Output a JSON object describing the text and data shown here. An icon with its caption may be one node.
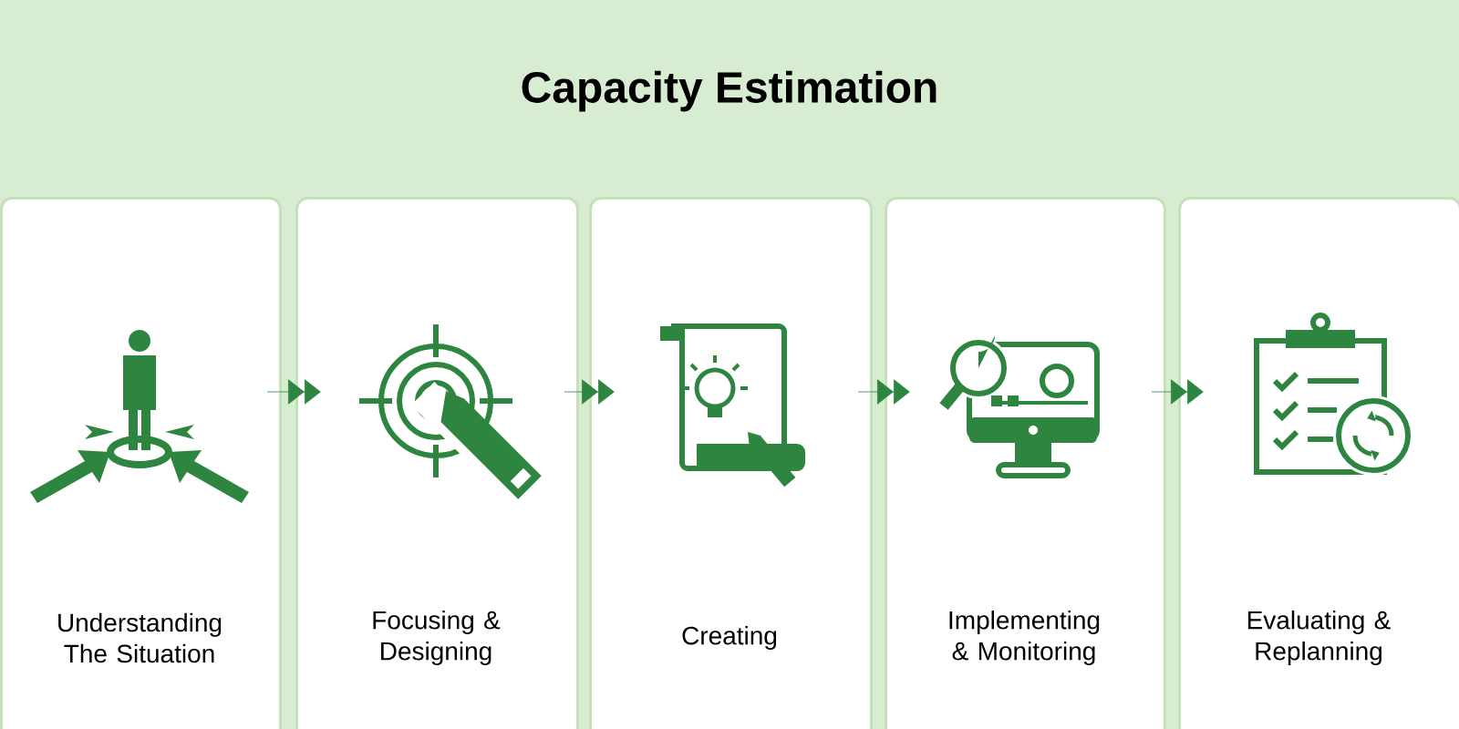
{
  "diagram": {
    "title": "Capacity Estimation",
    "nodes": [
      {
        "text": [
          "Understanding The Situation"
        ]
      },
      {
        "text": [
          "Focusing & Designing"
        ]
      },
      {
        "text": [
          "Creating"
        ]
      },
      {
        "text": [
          "Implementing & Monitoring"
        ]
      },
      {
        "text": [
          "Evaluating & Replanning"
        ]
      }
    ],
    "edges": [
      {
        "from": 0,
        "to": 1,
        "arrow": "to"
      },
      {
        "from": 1,
        "to": 2,
        "arrow": "to"
      },
      {
        "from": 2,
        "to": 3,
        "arrow": "to"
      },
      {
        "from": 3,
        "to": 4,
        "arrow": "to"
      }
    ]
  }
}
